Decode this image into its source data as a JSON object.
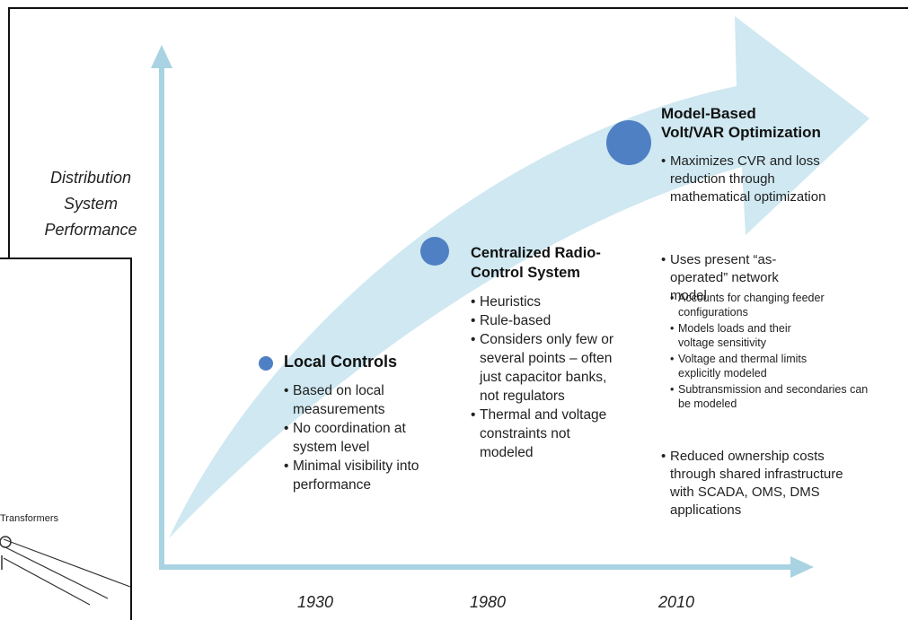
{
  "diagram": {
    "y_axis_label": [
      "Distribution",
      "System",
      "Performance"
    ],
    "x_axis_years": [
      "1930",
      "1980",
      "2010"
    ],
    "colors": {
      "axis": "#a9d3e2",
      "arrow": "#cfe8f1",
      "dot": "#4f80c4"
    },
    "stages": [
      {
        "title": [
          "Local Controls"
        ],
        "bullets": [
          "Based on local measurements",
          "No coordination at system level",
          "Minimal visibility into performance"
        ]
      },
      {
        "title": [
          "Centralized Radio-",
          "Control System"
        ],
        "bullets": [
          "Heuristics",
          "Rule-based",
          "Considers only few or several points – often just capacitor banks, not regulators",
          "Thermal and voltage constraints not modeled"
        ]
      },
      {
        "title": [
          "Model-Based",
          "Volt/VAR Optimization"
        ],
        "bullets": [
          "Maximizes CVR and loss reduction through mathematical optimization",
          "Uses present “as-operated” network model",
          "Reduced ownership costs through shared infrastructure with SCADA, OMS, DMS applications"
        ],
        "sub_bullets": [
          "Accounts for changing feeder configurations",
          "Models loads and their voltage sensitivity",
          "Voltage and thermal limits explicitly modeled",
          "Subtransmission and secondaries can be modeled"
        ]
      }
    ]
  },
  "inset": {
    "label": "Transformers"
  }
}
